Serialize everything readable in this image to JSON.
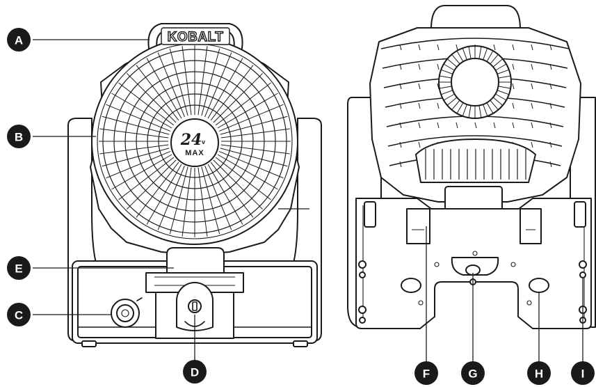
{
  "brand": {
    "logo_text": "KOBALT"
  },
  "badge": {
    "voltage": "24",
    "unit_v": "v",
    "max_text": "MAX"
  },
  "callouts": [
    {
      "id": "a",
      "letter": "A"
    },
    {
      "id": "b",
      "letter": "B"
    },
    {
      "id": "c",
      "letter": "C"
    },
    {
      "id": "d",
      "letter": "D"
    },
    {
      "id": "e",
      "letter": "E"
    },
    {
      "id": "f",
      "letter": "F"
    },
    {
      "id": "g",
      "letter": "G"
    },
    {
      "id": "h",
      "letter": "H"
    },
    {
      "id": "i",
      "letter": "I"
    }
  ],
  "colors": {
    "ink": "#1a1a1a",
    "callout_fill": "#1a1a1a",
    "background": "#ffffff"
  }
}
